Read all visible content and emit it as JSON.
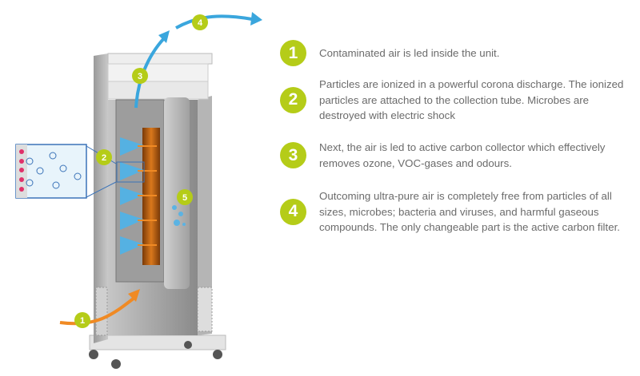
{
  "illustration": {
    "callouts": [
      "1",
      "2",
      "3",
      "4",
      "5"
    ]
  },
  "steps": [
    {
      "number": "1",
      "text": "Contaminated air is led inside the unit."
    },
    {
      "number": "2",
      "text": "Particles are ionized in a powerful corona discharge. The ionized particles are attached to the collection tube. Microbes are destroyed with electric shock"
    },
    {
      "number": "3",
      "text": "Next, the air is led to active carbon collector which effectively removes ozone, VOC-gases and odours."
    },
    {
      "number": "4",
      "text": "Outcoming ultra-pure air is completely free from particles of all sizes, microbes; bacteria and viruses, and harmful gaseous compounds. The only changeable part is the active carbon filter."
    }
  ],
  "colors": {
    "badge": "#b5cc18",
    "text": "#6b6b6b",
    "air_in": "#f08a24",
    "air_out": "#3aa6dd"
  }
}
